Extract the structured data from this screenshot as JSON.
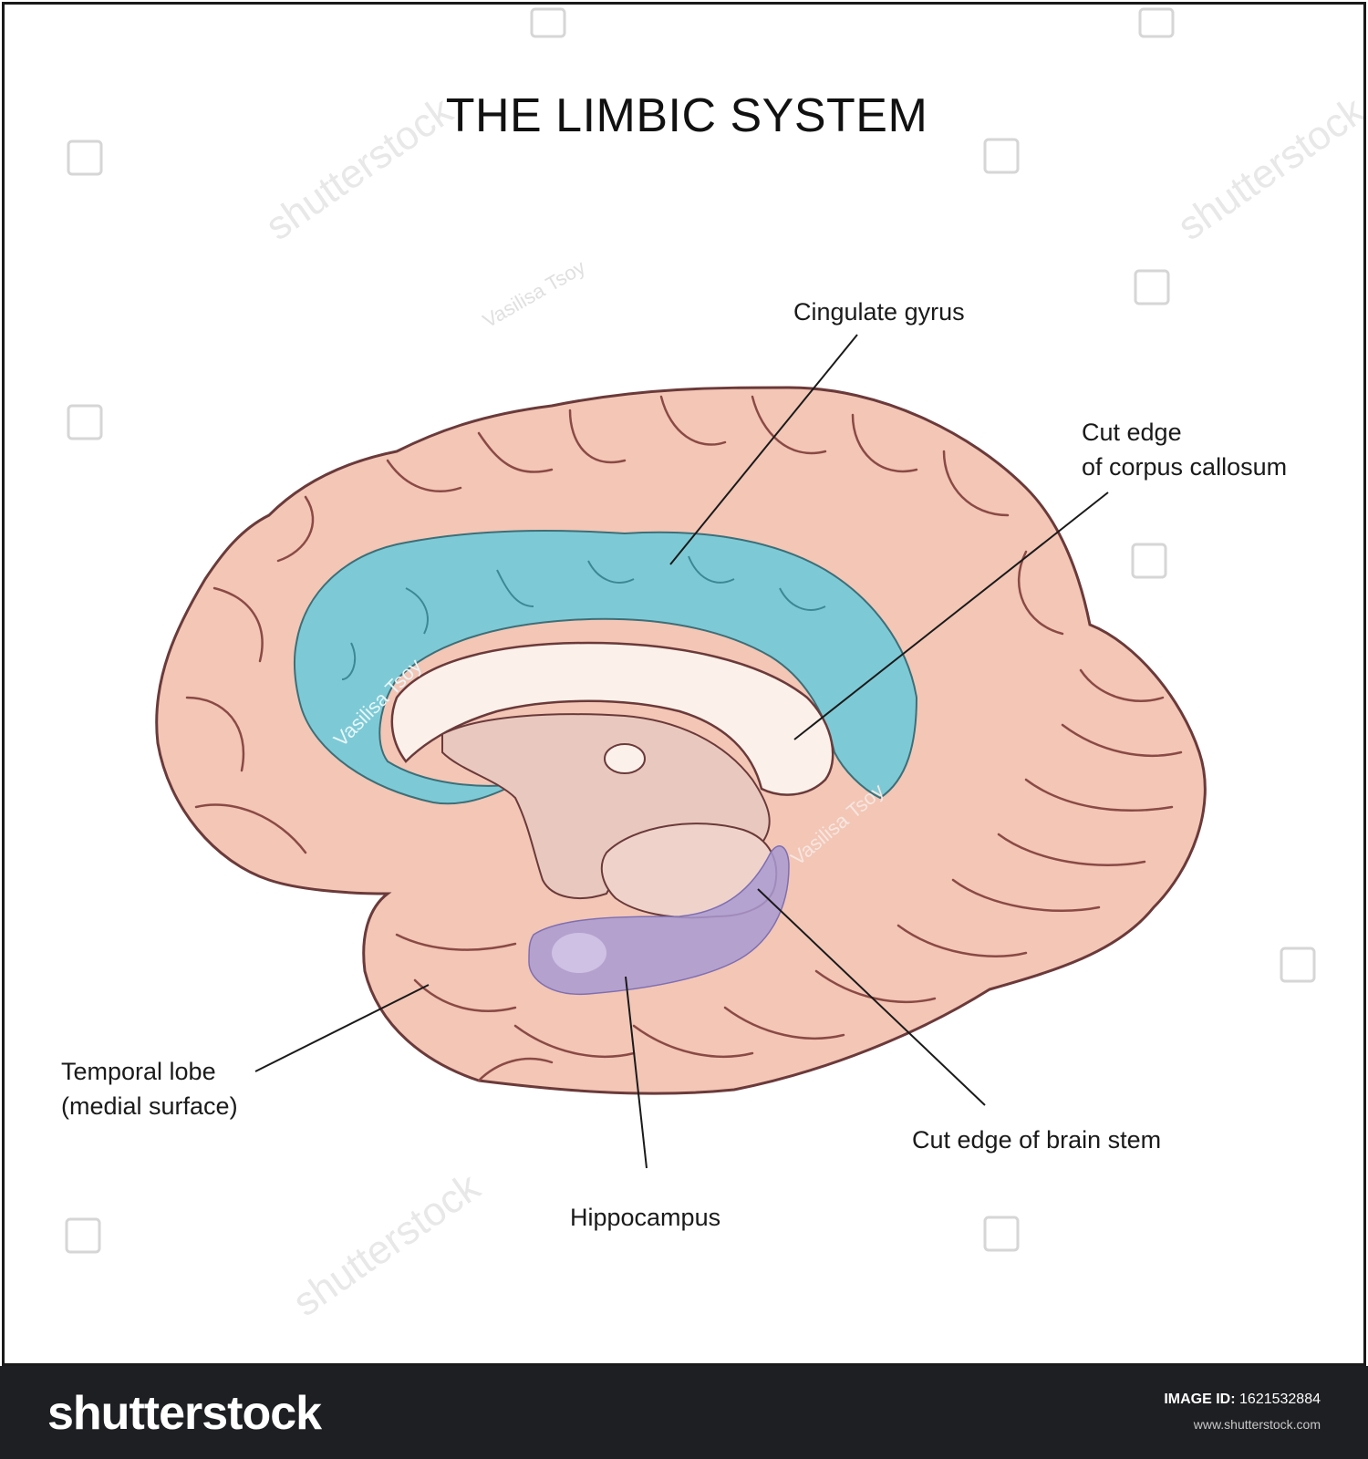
{
  "title": "THE LIMBIC SYSTEM",
  "labels": {
    "cingulate": "Cingulate gyrus",
    "corpus_line1": "Cut edge",
    "corpus_line2": "of corpus callosum",
    "temporal_line1": "Temporal lobe",
    "temporal_line2": "(medial surface)",
    "brainstem": "Cut edge of brain stem",
    "hippocampus": "Hippocampus"
  },
  "watermark": {
    "author": "Vasilisa Tsoy",
    "brand": "shutterstock"
  },
  "footer": {
    "brand": "shutterstock",
    "image_id_label": "IMAGE ID:",
    "image_id": "1621532884",
    "site": "www.shutterstock.com"
  },
  "colors": {
    "cortex": "#f3c6b6",
    "cortex_outline": "#6b3a3a",
    "cingulate": "#7dcad6",
    "hippocampus": "#a99ad2",
    "corpus_callosum": "#fbf1ea",
    "inner_structures": "#e9c9bf"
  }
}
